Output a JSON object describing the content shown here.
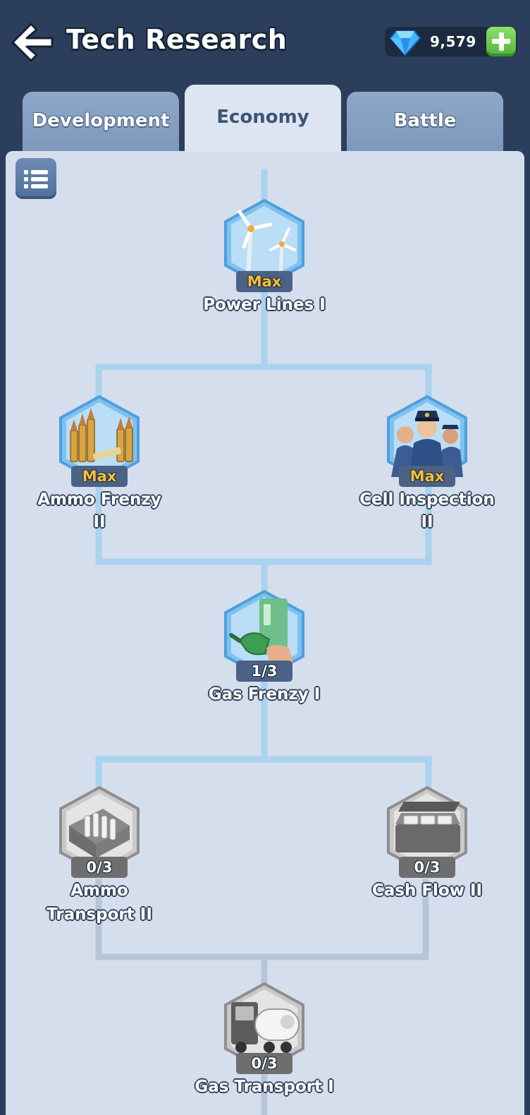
{
  "header": {
    "title": "Tech Research",
    "gems": "9,579"
  },
  "tabs": [
    {
      "label": "Development",
      "active": false
    },
    {
      "label": "Economy",
      "active": true
    },
    {
      "label": "Battle",
      "active": false
    }
  ],
  "nodes": {
    "power_lines": {
      "level": "Max",
      "name": "Power Lines I"
    },
    "ammo_frenzy": {
      "level": "Max",
      "name_l1": "Ammo Frenzy",
      "name_l2": "II"
    },
    "cell_inspection": {
      "level": "Max",
      "name_l1": "Cell Inspection",
      "name_l2": "II"
    },
    "gas_frenzy": {
      "level": "1/3",
      "name": "Gas Frenzy I"
    },
    "ammo_transport": {
      "level": "0/3",
      "name_l1": "Ammo",
      "name_l2": "Transport II"
    },
    "cash_flow": {
      "level": "0/3",
      "name": "Cash Flow II"
    },
    "gas_transport": {
      "level": "0/3",
      "name": "Gas Transport I"
    }
  },
  "colors": {
    "unlocked_line": "#a9d3ee",
    "locked_line": "#b8c5d6",
    "max_text": "#f7bf35"
  },
  "icons": [
    "back-arrow-icon",
    "gem-icon",
    "plus-icon",
    "list-icon",
    "wind-turbine-icon",
    "bullets-icon",
    "police-officers-icon",
    "fuel-nozzle-icon",
    "ammo-crate-icon",
    "cash-briefcase-icon",
    "tanker-truck-icon"
  ]
}
